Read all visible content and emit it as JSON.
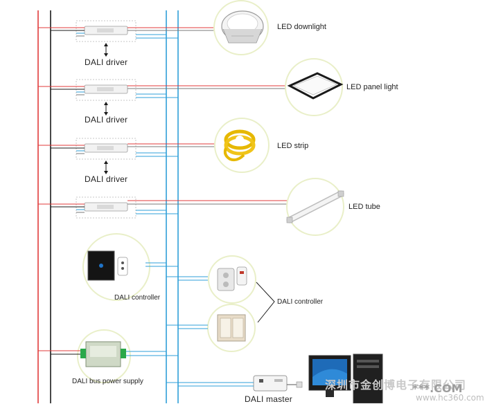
{
  "devices": [
    {
      "label": "LED downlight",
      "icon": "downlight-icon"
    },
    {
      "label": "LED panel light",
      "icon": "panel-light-icon"
    },
    {
      "label": "LED strip",
      "icon": "led-strip-icon"
    },
    {
      "label": "LED tube",
      "icon": "led-tube-icon"
    }
  ],
  "drivers": {
    "label": "DALI  driver",
    "count": 4
  },
  "controller_left": {
    "label": "DALI controller"
  },
  "controller_right": {
    "label": "DALI controller"
  },
  "power_supply": {
    "label": "DALI bus power supply"
  },
  "master": {
    "label": "DALI master"
  },
  "watermark": {
    "cn_text": "深圳市金创博电子有限公司",
    "com_text": "***.COM",
    "url_text": "www.hc360.com"
  },
  "colors": {
    "red": "#e03a3a",
    "black": "#1a1a1a",
    "blue": "#2e9fd8",
    "grey": "#7a7a7a",
    "circle_border": "#e9efc8"
  }
}
